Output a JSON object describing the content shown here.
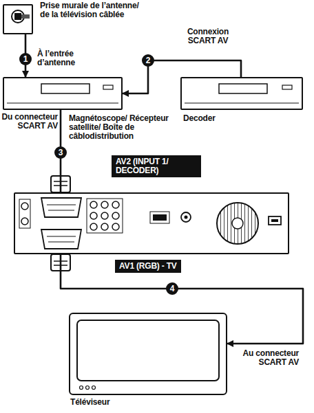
{
  "diagram": {
    "nodes": [
      {
        "text": [
          "Prise murale de l’antenne/ de la télévision câblée"
        ]
      },
      {
        "text": [
          "Magnétoscope/ Récepteur satellite/ Boîte de câblodistribution"
        ]
      },
      {
        "text": [
          "Decoder"
        ]
      },
      {
        "text": [
          "AV2 (INPUT 1/ DECODER)",
          "AV1 (RGB) - TV"
        ]
      },
      {
        "text": [
          "Téléviseur"
        ]
      }
    ],
    "edges": [
      {
        "from": 0,
        "to": 1,
        "arrow": "to",
        "label": "À l’entrée d’antenne"
      },
      {
        "from": 2,
        "to": 1,
        "arrow": "to",
        "label": "Connexion SCART AV"
      },
      {
        "from": 1,
        "to": 3,
        "arrow": "none",
        "label": "Du connecteur SCART AV"
      },
      {
        "from": 3,
        "to": 4,
        "arrow": "to",
        "label": "Au connecteur SCART AV"
      }
    ],
    "labels": [
      "1",
      "2",
      "3",
      "4"
    ]
  }
}
